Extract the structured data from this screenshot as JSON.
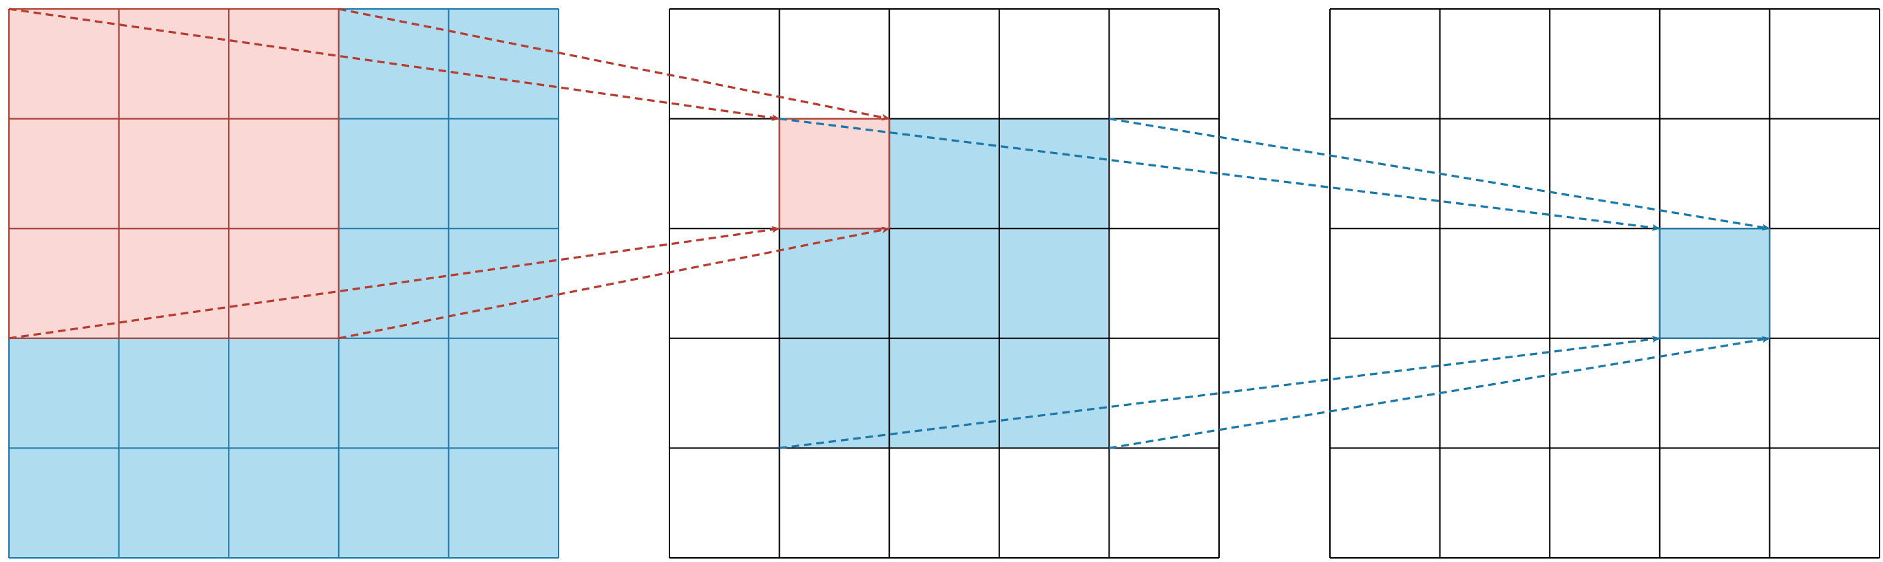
{
  "diagram": {
    "grid_rows": 5,
    "grid_cols": 5,
    "colors": {
      "red_fill": "#fad8d6",
      "red_stroke": "#b53c2f",
      "blue_fill": "#b0dcf0",
      "blue_stroke": "#1a79a8",
      "black_stroke": "#000000"
    },
    "grids": [
      {
        "name": "input-grid",
        "stroke": "blue",
        "cells": [
          {
            "r": 0,
            "c": 0,
            "fill": "red"
          },
          {
            "r": 0,
            "c": 1,
            "fill": "red"
          },
          {
            "r": 0,
            "c": 2,
            "fill": "red"
          },
          {
            "r": 0,
            "c": 3,
            "fill": "blue"
          },
          {
            "r": 0,
            "c": 4,
            "fill": "blue"
          },
          {
            "r": 1,
            "c": 0,
            "fill": "red"
          },
          {
            "r": 1,
            "c": 1,
            "fill": "red"
          },
          {
            "r": 1,
            "c": 2,
            "fill": "red"
          },
          {
            "r": 1,
            "c": 3,
            "fill": "blue"
          },
          {
            "r": 1,
            "c": 4,
            "fill": "blue"
          },
          {
            "r": 2,
            "c": 0,
            "fill": "red"
          },
          {
            "r": 2,
            "c": 1,
            "fill": "red"
          },
          {
            "r": 2,
            "c": 2,
            "fill": "red"
          },
          {
            "r": 2,
            "c": 3,
            "fill": "blue"
          },
          {
            "r": 2,
            "c": 4,
            "fill": "blue"
          },
          {
            "r": 3,
            "c": 0,
            "fill": "blue"
          },
          {
            "r": 3,
            "c": 1,
            "fill": "blue"
          },
          {
            "r": 3,
            "c": 2,
            "fill": "blue"
          },
          {
            "r": 3,
            "c": 3,
            "fill": "blue"
          },
          {
            "r": 3,
            "c": 4,
            "fill": "blue"
          },
          {
            "r": 4,
            "c": 0,
            "fill": "blue"
          },
          {
            "r": 4,
            "c": 1,
            "fill": "blue"
          },
          {
            "r": 4,
            "c": 2,
            "fill": "blue"
          },
          {
            "r": 4,
            "c": 3,
            "fill": "blue"
          },
          {
            "r": 4,
            "c": 4,
            "fill": "blue"
          }
        ],
        "red_region": {
          "r0": 0,
          "c0": 0,
          "r1": 3,
          "c1": 3
        }
      },
      {
        "name": "middle-grid",
        "stroke": "black",
        "cells": [
          {
            "r": 1,
            "c": 1,
            "fill": "red"
          },
          {
            "r": 1,
            "c": 2,
            "fill": "blue"
          },
          {
            "r": 1,
            "c": 3,
            "fill": "blue"
          },
          {
            "r": 2,
            "c": 1,
            "fill": "blue"
          },
          {
            "r": 2,
            "c": 2,
            "fill": "blue"
          },
          {
            "r": 2,
            "c": 3,
            "fill": "blue"
          },
          {
            "r": 3,
            "c": 1,
            "fill": "blue"
          },
          {
            "r": 3,
            "c": 2,
            "fill": "blue"
          },
          {
            "r": 3,
            "c": 3,
            "fill": "blue"
          }
        ],
        "red_region": {
          "r0": 1,
          "c0": 1,
          "r1": 2,
          "c1": 2
        }
      },
      {
        "name": "output-grid",
        "stroke": "black",
        "cells": [
          {
            "r": 2,
            "c": 3,
            "fill": "blue"
          }
        ],
        "blue_region": {
          "r0": 2,
          "c0": 3,
          "r1": 3,
          "c1": 4
        }
      }
    ],
    "arrows": [
      {
        "color": "red",
        "from": {
          "grid": 0,
          "r": 0,
          "c": 0
        },
        "to": {
          "grid": 1,
          "r": 1,
          "c": 1
        }
      },
      {
        "color": "red",
        "from": {
          "grid": 0,
          "r": 0,
          "c": 3
        },
        "to": {
          "grid": 1,
          "r": 1,
          "c": 2
        }
      },
      {
        "color": "red",
        "from": {
          "grid": 0,
          "r": 3,
          "c": 0
        },
        "to": {
          "grid": 1,
          "r": 2,
          "c": 1
        }
      },
      {
        "color": "red",
        "from": {
          "grid": 0,
          "r": 3,
          "c": 3
        },
        "to": {
          "grid": 1,
          "r": 2,
          "c": 2
        }
      },
      {
        "color": "blue",
        "from": {
          "grid": 1,
          "r": 1,
          "c": 1
        },
        "to": {
          "grid": 2,
          "r": 2,
          "c": 3
        }
      },
      {
        "color": "blue",
        "from": {
          "grid": 1,
          "r": 1,
          "c": 4
        },
        "to": {
          "grid": 2,
          "r": 2,
          "c": 4
        }
      },
      {
        "color": "blue",
        "from": {
          "grid": 1,
          "r": 4,
          "c": 1
        },
        "to": {
          "grid": 2,
          "r": 3,
          "c": 3
        }
      },
      {
        "color": "blue",
        "from": {
          "grid": 1,
          "r": 4,
          "c": 4
        },
        "to": {
          "grid": 2,
          "r": 3,
          "c": 4
        }
      }
    ]
  }
}
